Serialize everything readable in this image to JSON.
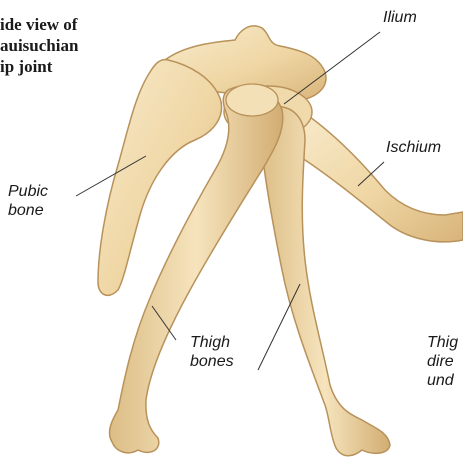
{
  "title": {
    "line1": "ide view of",
    "line2": "auisuchian",
    "line3": "ip joint"
  },
  "labels": {
    "ilium": "Ilium",
    "ischium": "Ischium",
    "pubic_line1": "Pubic",
    "pubic_line2": "bone",
    "thigh_line1": "Thigh",
    "thigh_line2": "bones",
    "clipped_line1": "Thig",
    "clipped_line2": "dire",
    "clipped_line3": "und"
  },
  "colors": {
    "bone_fill": "#f2dcae",
    "bone_shade": "#d6b47a",
    "bone_outline": "#b8925a",
    "text": "#1a1a1a",
    "leader_line": "#333333"
  }
}
